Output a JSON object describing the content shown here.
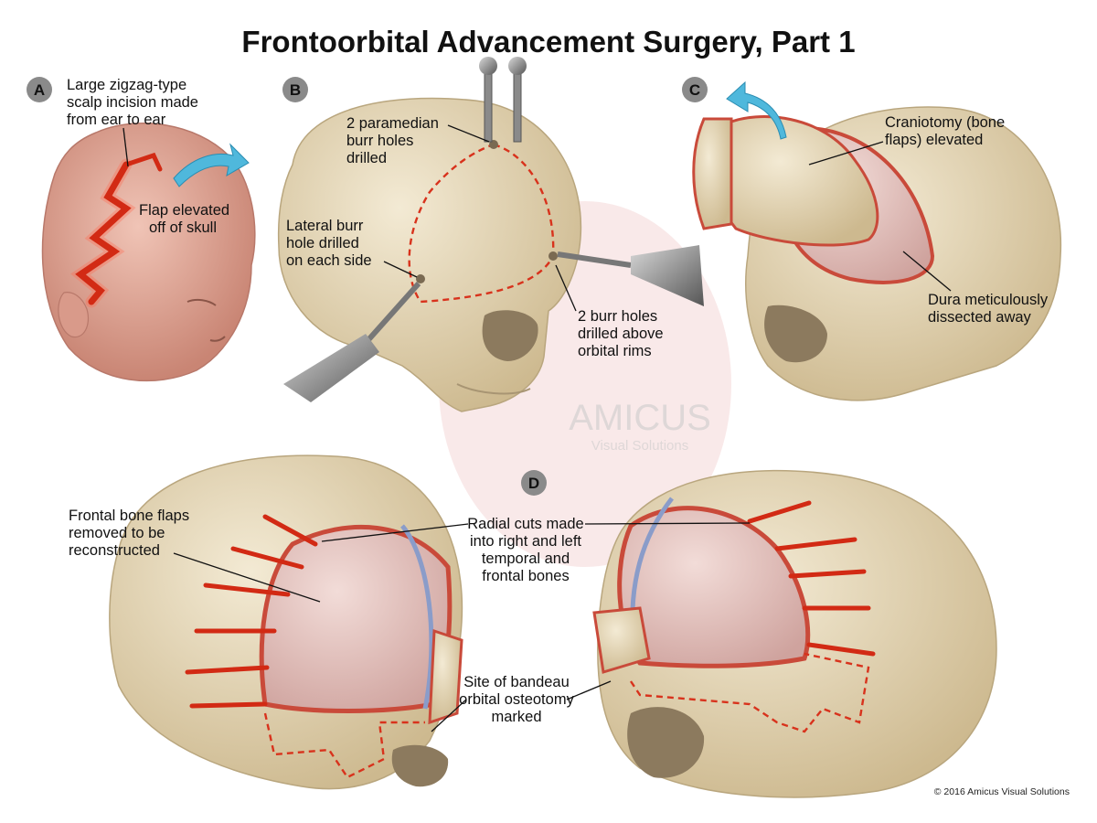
{
  "title": "Frontoorbital Advancement Surgery, Part 1",
  "panels": {
    "a": {
      "letter": "A",
      "incision_line1": "Large zigzag-type",
      "incision_line2": "scalp incision made",
      "incision_line3": "from ear to ear",
      "flap_line1": "Flap elevated",
      "flap_line2": "off of skull"
    },
    "b": {
      "letter": "B",
      "paramedian_line1": "2 paramedian",
      "paramedian_line2": "burr holes",
      "paramedian_line3": "drilled",
      "lateral_line1": "Lateral burr",
      "lateral_line2": "hole drilled",
      "lateral_line3": "on each side",
      "orbital_line1": "2 burr holes",
      "orbital_line2": "drilled above",
      "orbital_line3": "orbital rims"
    },
    "c": {
      "letter": "C",
      "craniotomy_line1": "Craniotomy (bone",
      "craniotomy_line2": "flaps) elevated",
      "dura_line1": "Dura meticulously",
      "dura_line2": "dissected away"
    },
    "d": {
      "letter": "D",
      "frontal_line1": "Frontal bone flaps",
      "frontal_line2": "removed to be",
      "frontal_line3": "reconstructed",
      "radial_line1": "Radial cuts made",
      "radial_line2": "into right and left",
      "radial_line3": "temporal and",
      "radial_line4": "frontal bones",
      "bandeau_line1": "Site of bandeau",
      "bandeau_line2": "orbital osteotomy",
      "bandeau_line3": "marked"
    }
  },
  "watermark": {
    "name": "AMICUS",
    "sub": "Visual Solutions"
  },
  "copyright": "© 2016 Amicus Visual Solutions",
  "colors": {
    "incision_red": "#d22a14",
    "arrow_blue": "#4fb8dc",
    "bone": "#e8dcc0",
    "dura": "#e7c9c5",
    "skin": "#e2a99a"
  }
}
